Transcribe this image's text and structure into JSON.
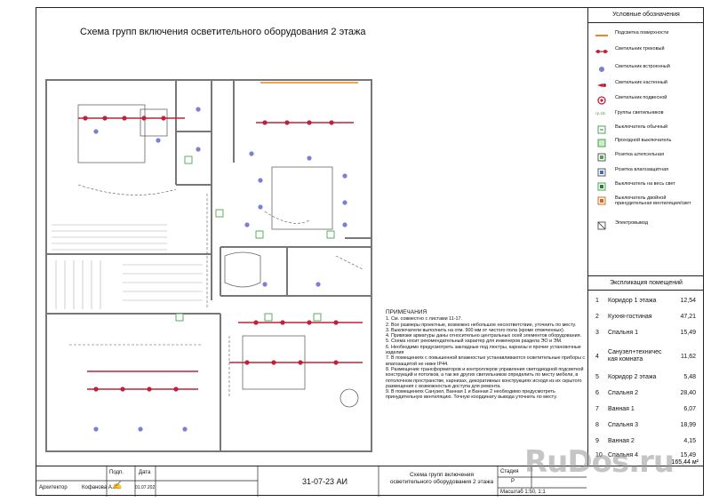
{
  "title": "Схема групп включения осветительного оборудования 2 этажа",
  "legend": {
    "heading": "Условные обозначения",
    "items": [
      {
        "label": "Подсветка поверхности",
        "icon": "orange-line-icon"
      },
      {
        "label": "Светильник трековый",
        "icon": "track-light-icon"
      },
      {
        "label": "Светильник встроенный",
        "icon": "recessed-light-icon"
      },
      {
        "label": "Светильник настенный",
        "icon": "wall-light-icon"
      },
      {
        "label": "Светильник подвесной",
        "icon": "pendant-light-icon"
      },
      {
        "label": "Группы светильников",
        "icon": "light-group-icon",
        "tag": "гр.1В"
      },
      {
        "label": "Выключатель обычный",
        "icon": "switch-icon"
      },
      {
        "label": "Проходной выключатель",
        "icon": "pass-switch-icon"
      },
      {
        "label": "Розетка штепсельная",
        "icon": "socket-icon"
      },
      {
        "label": "Розетка влагозащитная",
        "icon": "waterproof-socket-icon"
      },
      {
        "label": "Выключатель на весь свет",
        "icon": "master-switch-icon"
      },
      {
        "label": "Выключатель двойной принудительная вентиляция/свет",
        "icon": "double-switch-icon"
      },
      {
        "label": "Электровывод",
        "icon": "electrical-outlet-icon"
      }
    ]
  },
  "explication": {
    "heading": "Экспликация помещений",
    "rooms": [
      {
        "num": "1",
        "name": "Коридор 1 этажа",
        "area": "12,54"
      },
      {
        "num": "2",
        "name": "Кухня-гостиная",
        "area": "47,21"
      },
      {
        "num": "3",
        "name": "Спальня 1",
        "area": "15,49"
      },
      {
        "num": "4",
        "name": "Санузел+техничес кая комната",
        "area": "11,62"
      },
      {
        "num": "5",
        "name": "Коридор 2 этажа",
        "area": "5,48"
      },
      {
        "num": "6",
        "name": "Спальня 2",
        "area": "28,40"
      },
      {
        "num": "7",
        "name": "Ванная 1",
        "area": "6,07"
      },
      {
        "num": "8",
        "name": "Спальня 3",
        "area": "18,99"
      },
      {
        "num": "9",
        "name": "Ванная 2",
        "area": "4,15"
      },
      {
        "num": "10",
        "name": "Спальня 4",
        "area": "15,49"
      }
    ],
    "total": "165,44 м²"
  },
  "notes": {
    "heading": "ПРИМЕЧАНИЯ",
    "items": [
      "1. См. совместно с листами 11-17.",
      "2. Все размеры проектные, возможно небольшое несоответствие, уточнить по месту.",
      "3. Выключатели выполнить на отм. 900 мм от чистого пола (кроме отмеченных).",
      "4. Привязки арматуры даны относительно центральных осей элементов оборудования.",
      "5. Схема носит рекомендательный характер для инженеров раздела ЭО и ЭМ.",
      "6. Необходимо предусмотреть закладные под люстры, карнизы и прочие установочные изделия",
      "7. В помещениях с повышенной влажностью устанавливаются осветительные приборы с влагозащитой не ниже IP44.",
      "8. Размещение трансформаторов и контроллеров управления светодиодной подсветкой конструкций и потолков, а так же других светильников определить по месту мебели, в потолочном пространстве, карнизах, декоративных конструкциях исходя из их скрытого размещения с возможностью доступа для ремонта.",
      "9. В помещениях Санузел, Ванная 1 и Ванная 2 необходимо предусмотреть принудительную вентиляцию. Точную координату вывода уточнить по месту."
    ]
  },
  "stamp": {
    "col_sign": "Подп.",
    "col_date": "Дата",
    "role": "Архитектор",
    "person": "Кофанова А.В.",
    "date": "01.07.202",
    "code": "31-07-23 АИ",
    "sheet_title": "Схема групп включения осветительного оборудования 2 этажа",
    "stage_label": "Стадия",
    "stage_value": "Р",
    "scale": "Масштаб 1:50, 1:1"
  },
  "watermark": "RuDos.ru",
  "colors": {
    "track": "#c0203a",
    "recessed": "#7b7fd6",
    "switch_green": "#49a550",
    "surface_light": "#e8871e",
    "wall": "#9a9a9a"
  }
}
